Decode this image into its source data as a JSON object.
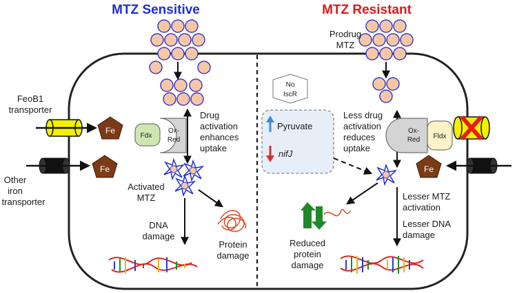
{
  "titles": {
    "sensitive": "MTZ Sensitive",
    "resistant": "MTZ Resistant",
    "sensitive_color": "#1f2fd0",
    "resistant_color": "#e01818"
  },
  "colors": {
    "molecule_fill": "#f6c7a4",
    "molecule_stroke": "#3a3ad0",
    "fe_fill": "#7a3b16",
    "feob1_fill": "#f4f000",
    "fdx_fill": "#cfe6b3",
    "fldx_fill": "#fbf2c8",
    "oxred_fill": "#d4d4d4",
    "pyruvate_arrow": "#3a8fd6",
    "nifj_arrow": "#d32f2f",
    "protein_red": "#e0461a",
    "protein_green": "#1e8a2a",
    "block_x": "#e81c1c"
  },
  "left": {
    "feob1": {
      "line1": "FeoB1",
      "line2": "transporter"
    },
    "other": {
      "line1": "Other",
      "line2": "iron",
      "line3": "transporter"
    },
    "fe_label": "Fe",
    "fdx": "Fdx",
    "oxred": {
      "line1": "Ox-",
      "line2": "Red"
    },
    "drug_activation": {
      "line1": "Drug",
      "line2": "activation",
      "line3": "enhances",
      "line4": "uptake"
    },
    "activated": {
      "line1": "Activated",
      "line2": "MTZ"
    },
    "dna": {
      "line1": "DNA",
      "line2": "damage"
    },
    "protein": {
      "line1": "Protein",
      "line2": "damage"
    }
  },
  "right": {
    "prodrug": {
      "line1": "Prodrug",
      "line2": "MTZ"
    },
    "no_iscr": {
      "line1": "No",
      "line2": "IscR"
    },
    "pyruvate": "Pyruvate",
    "nifj": "nifJ",
    "less_drug": {
      "line1": "Less drug",
      "line2": "activation",
      "line3": "reduces",
      "line4": "uptake"
    },
    "oxred": {
      "line1": "Ox-",
      "line2": "Red"
    },
    "fldx": "Fldx",
    "fe_label": "Fe",
    "lesser_mtz": {
      "line1": "Lesser MTZ",
      "line2": "activation"
    },
    "lesser_dna": {
      "line1": "Lesser DNA",
      "line2": "damage"
    },
    "reduced": {
      "line1": "Reduced",
      "line2": "protein",
      "line3": "damage"
    }
  }
}
